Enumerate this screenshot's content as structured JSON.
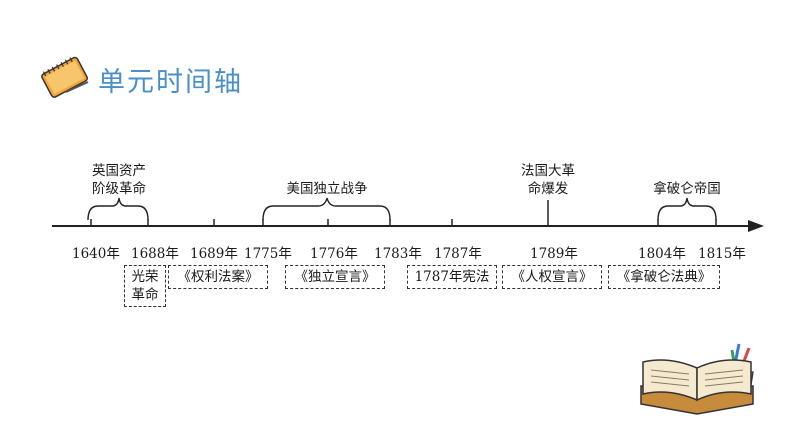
{
  "title": "单元时间轴",
  "icons": {
    "title_icon": "notebook-pencil-icon",
    "decoration": "open-book-pencils-icon"
  },
  "colors": {
    "title": "#4a8fc9",
    "axis": "#222222"
  },
  "years": [
    "1640年",
    "1688年",
    "1689年",
    "1775年",
    "1776年",
    "1783年",
    "1787年",
    "1789年",
    "1804年",
    "1815年"
  ],
  "events_above": [
    {
      "text": "英国资产\n阶级革命"
    },
    {
      "text": "美国独立战争"
    },
    {
      "text": "法国大革\n命爆发"
    },
    {
      "text": "拿破仑帝国"
    }
  ],
  "docs_below": [
    {
      "text": "光荣\n革命"
    },
    {
      "text": "《权利法案》"
    },
    {
      "text": "《独立宣言》"
    },
    {
      "text": "1787年宪法"
    },
    {
      "text": "《人权宣言》"
    },
    {
      "text": "《拿破仑法典》"
    }
  ]
}
